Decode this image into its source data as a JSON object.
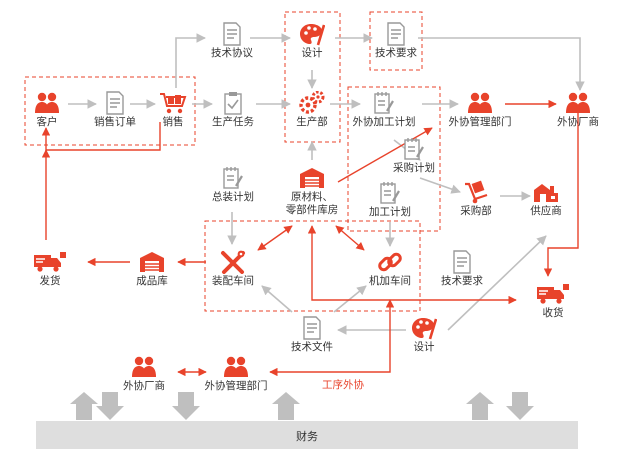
{
  "colors": {
    "accent": "#e8432b",
    "gray_arrow": "#bfbfbf",
    "dashed_box": "#e8432b",
    "text": "#333333",
    "finance_bar": "#dedede"
  },
  "nodes": {
    "customer": {
      "label": "客户",
      "icon": "people-icon"
    },
    "sales_order": {
      "label": "销售订单",
      "icon": "document-icon"
    },
    "sales": {
      "label": "销售",
      "icon": "cart-icon"
    },
    "tech_agreement": {
      "label": "技术协议",
      "icon": "document-icon"
    },
    "design_top": {
      "label": "设计",
      "icon": "palette-icon"
    },
    "tech_requirement_top": {
      "label": "技术要求",
      "icon": "document-icon"
    },
    "production_task": {
      "label": "生产任务",
      "icon": "clipboard-icon"
    },
    "production_dept": {
      "label": "生产部",
      "icon": "gears-icon"
    },
    "outsourcing_plan": {
      "label": "外协加工计划",
      "icon": "notepad-icon"
    },
    "outsourcing_mgmt_top": {
      "label": "外协管理部门",
      "icon": "people-icon"
    },
    "outsourcing_vendor_top": {
      "label": "外协厂商",
      "icon": "people-icon"
    },
    "procurement_plan": {
      "label": "采购计划",
      "icon": "notepad-icon"
    },
    "procurement_dept": {
      "label": "采购部",
      "icon": "hand-truck-icon"
    },
    "supplier": {
      "label": "供应商",
      "icon": "factory-icon"
    },
    "assembly_plan": {
      "label": "总装计划",
      "icon": "notepad-icon"
    },
    "warehouse": {
      "label": "原材料、\n零部件库房",
      "icon": "warehouse-icon"
    },
    "processing_plan": {
      "label": "加工计划",
      "icon": "notepad-icon"
    },
    "shipping": {
      "label": "发货",
      "icon": "truck-icon"
    },
    "finished_goods": {
      "label": "成品库",
      "icon": "warehouse-icon"
    },
    "assembly_workshop": {
      "label": "装配车间",
      "icon": "tools-icon"
    },
    "machining_workshop": {
      "label": "机加车间",
      "icon": "chain-link-icon"
    },
    "tech_requirement_bottom": {
      "label": "技术要求",
      "icon": "document-icon"
    },
    "receiving": {
      "label": "收货",
      "icon": "truck-icon"
    },
    "tech_docs": {
      "label": "技术文件",
      "icon": "document-icon"
    },
    "design_bottom": {
      "label": "设计",
      "icon": "palette-icon"
    },
    "outsourcing_vendor_bottom": {
      "label": "外协厂商",
      "icon": "people-icon"
    },
    "outsourcing_mgmt_bottom": {
      "label": "外协管理部门",
      "icon": "people-icon"
    }
  },
  "edge_labels": {
    "process_outsourcing": "工序外协"
  },
  "finance": {
    "label": "财务"
  }
}
